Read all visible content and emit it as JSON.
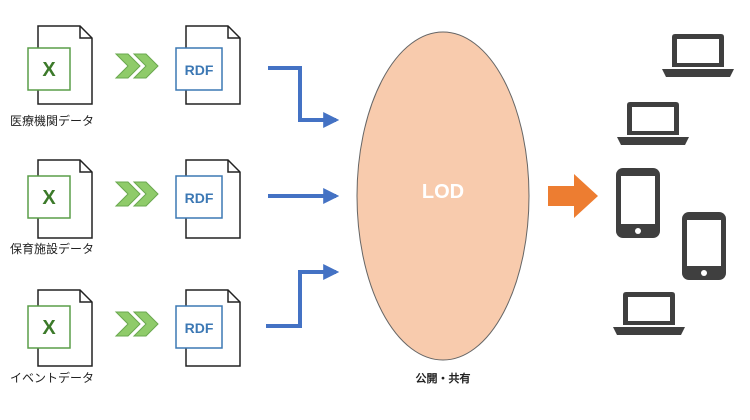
{
  "sources": [
    {
      "excel_letter": "X",
      "rdf_label": "RDF",
      "label": "医療機関データ"
    },
    {
      "excel_letter": "X",
      "rdf_label": "RDF",
      "label": "保育施設データ"
    },
    {
      "excel_letter": "X",
      "rdf_label": "RDF",
      "label": "イベントデータ"
    }
  ],
  "hub": {
    "label": "LOD",
    "caption": "公開・共有"
  },
  "devices": [
    "laptop-icon",
    "laptop-icon",
    "smartphone-icon",
    "smartphone-icon",
    "laptop-icon"
  ],
  "colors": {
    "excel_green": "#5a9e48",
    "rdf_blue": "#3c78b4",
    "chevron_green": "#8fcb6a",
    "arrow_blue": "#4472c4",
    "ellipse_fill": "#f8cbad",
    "output_arrow": "#ed7d31",
    "device_gray": "#3f3f3f"
  }
}
